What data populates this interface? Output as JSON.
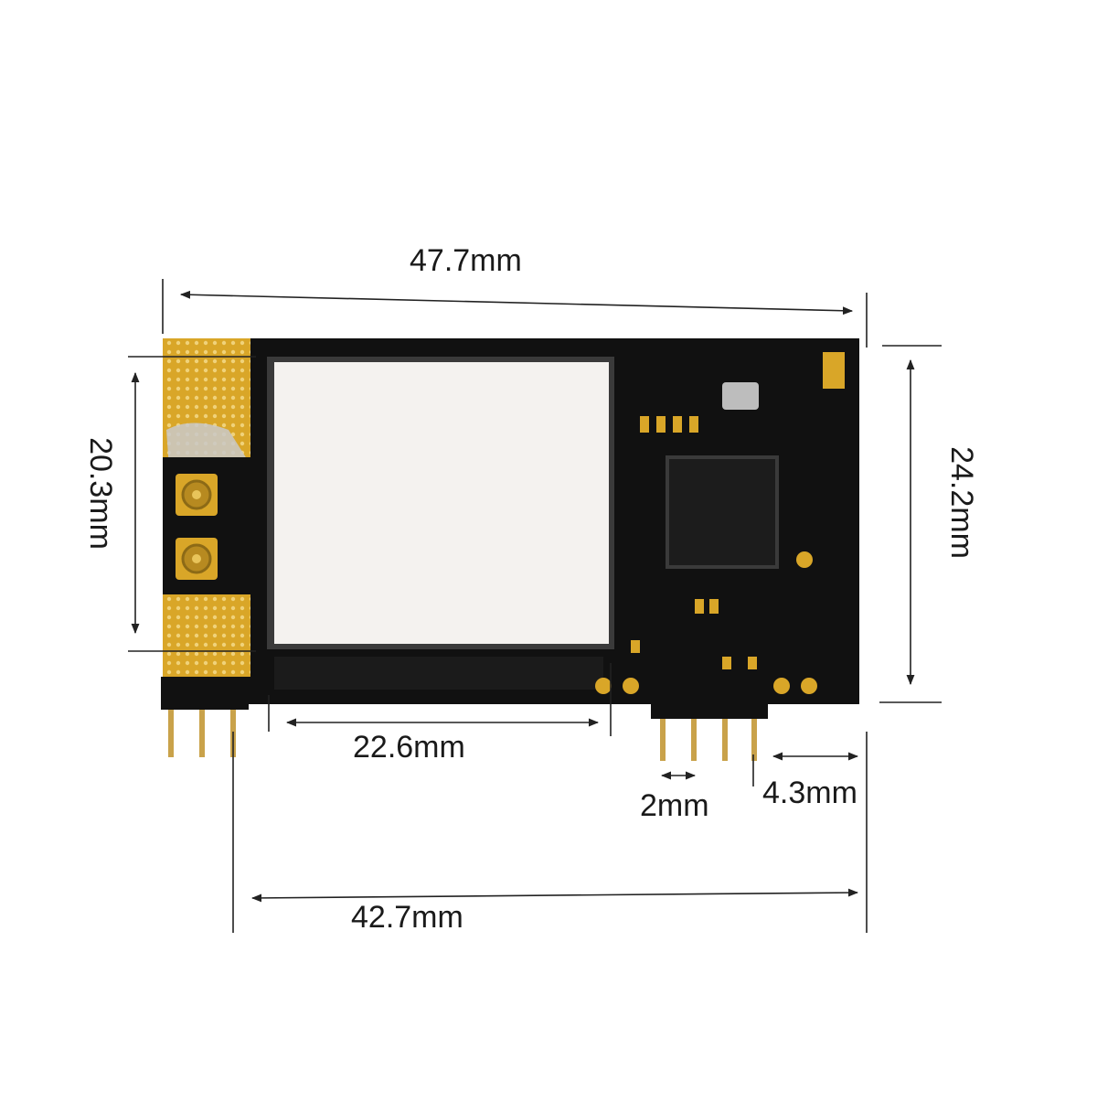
{
  "dimensions": {
    "overall_width": "47.7mm",
    "antenna_height": "20.3mm",
    "overall_height": "24.2mm",
    "shield_width": "22.6mm",
    "pin_pitch": "2mm",
    "pin_edge_offset": "4.3mm",
    "pin_span": "42.7mm"
  },
  "colors": {
    "pcb": "#111111",
    "gold": "#d9a628",
    "shield": "#f4f2ef",
    "dimension_line": "#222222"
  }
}
